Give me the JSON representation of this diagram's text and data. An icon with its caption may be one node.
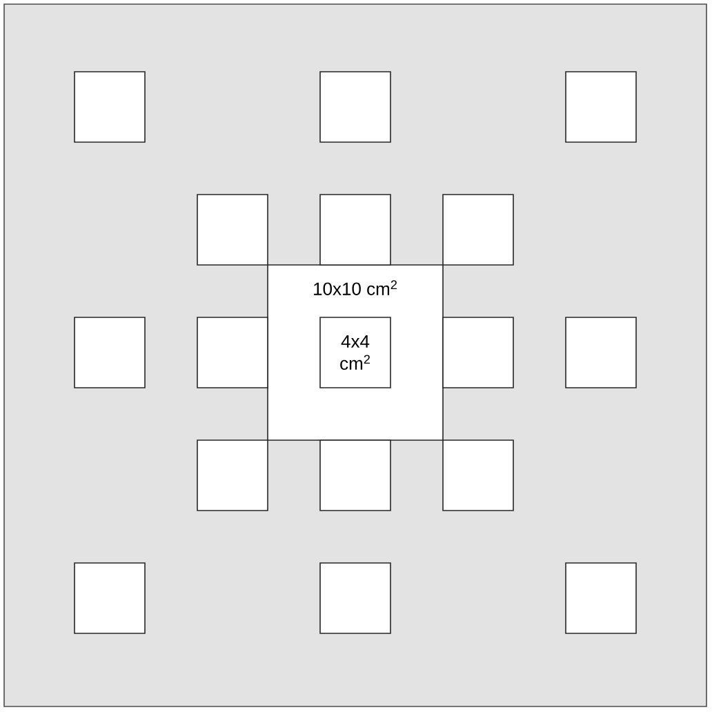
{
  "diagram": {
    "nodes": [
      {
        "text": [],
        "shape": "box"
      },
      {
        "text": [],
        "shape": "box"
      },
      {
        "text": [],
        "shape": "box"
      },
      {
        "text": [],
        "shape": "box"
      },
      {
        "text": [],
        "shape": "box"
      },
      {
        "text": [],
        "shape": "box"
      },
      {
        "text": [],
        "shape": "box"
      },
      {
        "text": [],
        "shape": "box"
      },
      {
        "text": [
          "10x10 cm$^{2}$"
        ]
      },
      {
        "text": [
          "4x4 cm$^{2}$"
        ],
        "in": 8
      },
      {
        "text": [],
        "shape": "box"
      },
      {
        "text": [],
        "shape": "box"
      },
      {
        "text": [],
        "shape": "box"
      },
      {
        "text": [],
        "shape": "box"
      },
      {
        "text": [],
        "shape": "box"
      },
      {
        "text": [],
        "shape": "box"
      },
      {
        "text": [],
        "shape": "box"
      },
      {
        "text": [],
        "shape": "box"
      }
    ]
  }
}
